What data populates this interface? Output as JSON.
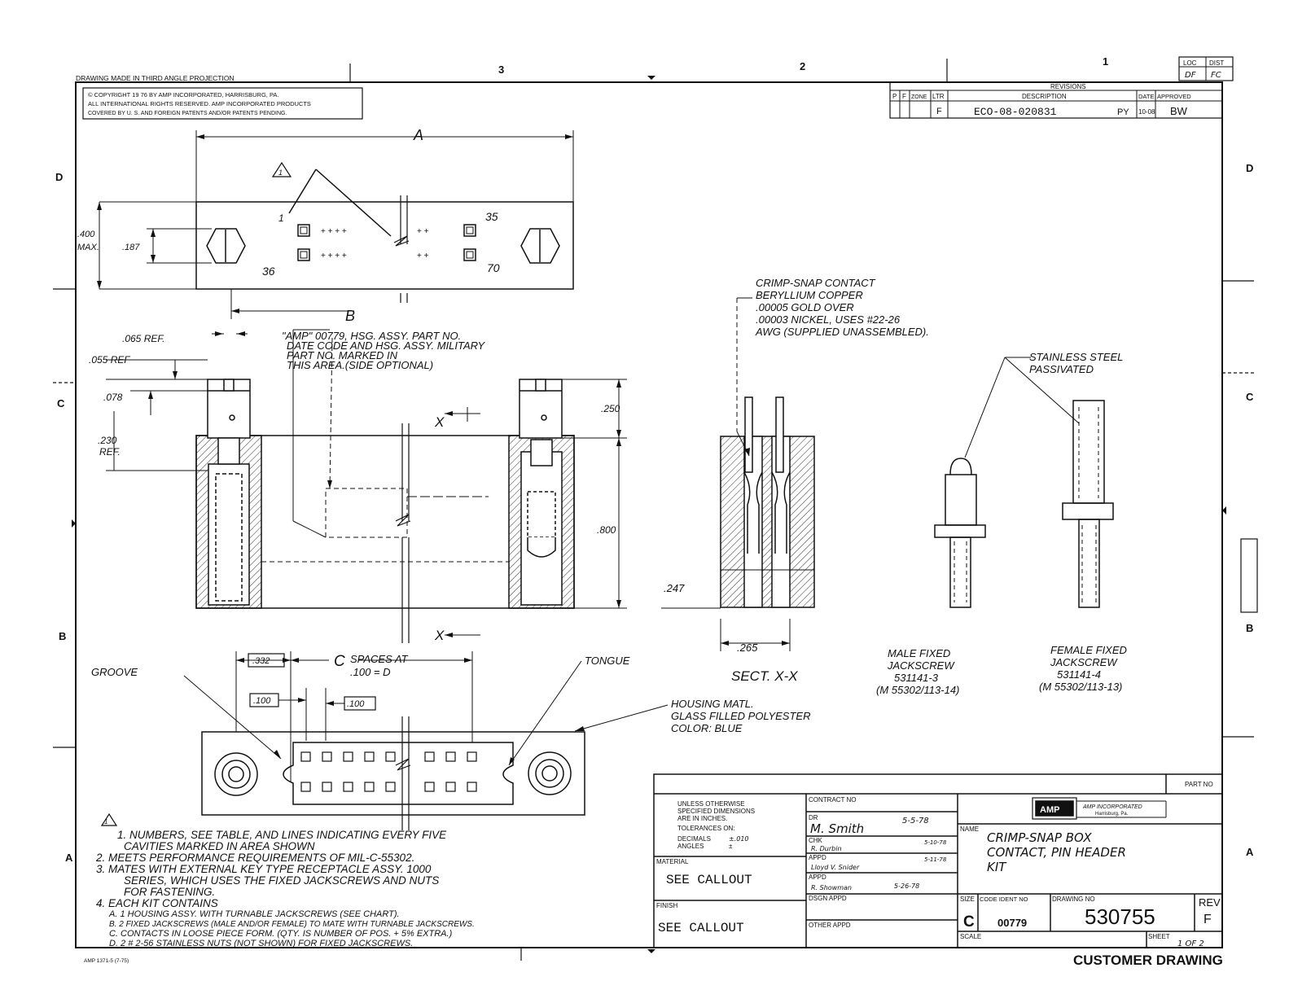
{
  "header": {
    "projection": "DRAWING MADE IN THIRD ANGLE PROJECTION",
    "copyright_1": "© COPYRIGHT 19 76 BY AMP INCORPORATED, HARRISBURG, PA.",
    "copyright_2": "ALL INTERNATIONAL RIGHTS RESERVED. AMP INCORPORATED PRODUCTS",
    "copyright_3": "COVERED BY U. S. AND FOREIGN PATENTS AND/OR PATENTS PENDING."
  },
  "zones": {
    "top": [
      "3",
      "2",
      "1"
    ],
    "side": [
      "D",
      "C",
      "B",
      "A"
    ]
  },
  "loc_dist": {
    "loc_label": "LOC",
    "dist_label": "DIST",
    "loc_value": "DF",
    "dist_value": "FC"
  },
  "revisions": {
    "title": "REVISIONS",
    "cols": [
      "P",
      "F",
      "ZONE",
      "LTR",
      "DESCRIPTION",
      "DATE",
      "APPROVED"
    ],
    "row": {
      "ltr": "F",
      "description": "ECO-08-020831",
      "by": "PY",
      "date": "10-08",
      "approved": "BW"
    }
  },
  "dims": {
    "A": "A",
    "B": "B",
    "max_400": ".400",
    "max_label": "MAX.",
    "d187": ".187",
    "n1": "1",
    "n35": "35",
    "n36": "36",
    "n70": "70",
    "tri": "1",
    "ref065": ".065 REF.",
    "ref055": ".055 REF",
    "d078": ".078",
    "d230": ".230",
    "ref": "REF.",
    "d250": ".250",
    "d800": ".800",
    "d247": ".247",
    "d265": ".265",
    "x_top": "X",
    "x_bottom": "X",
    "d332": ".332",
    "c_label": "C",
    "spaces_at": "SPACES AT",
    "eq_d": ".100 = D",
    "d100a": ".100",
    "d100b": ".100"
  },
  "notes": {
    "amp_1": "\"AMP\" 00779, HSG. ASSY. PART NO.",
    "amp_2": "DATE CODE AND HSG. ASSY. MILITARY",
    "amp_3": "PART NO. MARKED IN",
    "amp_4": "THIS AREA.(SIDE OPTIONAL)",
    "crimp_1": "CRIMP-SNAP CONTACT",
    "crimp_2": "BERYLLIUM COPPER",
    "crimp_3": ".00005 GOLD OVER",
    "crimp_4": ".00003 NICKEL, USES #22-26",
    "crimp_5": "AWG (SUPPLIED UNASSEMBLED).",
    "steel_1": "STAINLESS STEEL",
    "steel_2": "PASSIVATED",
    "sect": "SECT. X-X",
    "male_1": "MALE FIXED",
    "male_2": "JACKSCREW",
    "male_3": "531141-3",
    "male_4": "(M 55302/113-14)",
    "female_1": "FEMALE FIXED",
    "female_2": "JACKSCREW",
    "female_3": "531141-4",
    "female_4": "(M 55302/113-13)",
    "groove": "GROOVE",
    "tongue": "TONGUE",
    "housing_1": "HOUSING MATL.",
    "housing_2": "GLASS FILLED POLYESTER",
    "housing_3": "COLOR: BLUE"
  },
  "general_notes": [
    "1. NUMBERS, SEE TABLE, AND LINES INDICATING EVERY FIVE",
    "CAVITIES MARKED IN AREA SHOWN",
    "2. MEETS PERFORMANCE REQUIREMENTS OF MIL-C-55302.",
    "3. MATES WITH EXTERNAL KEY TYPE RECEPTACLE ASSY. 1000",
    "SERIES, WHICH USES THE FIXED JACKSCREWS AND NUTS",
    "FOR FASTENING.",
    "4. EACH KIT CONTAINS",
    "A. 1 HOUSING ASSY. WITH TURNABLE JACKSCREWS (SEE CHART).",
    "B. 2 FIXED JACKSCREWS (MALE AND/OR FEMALE) TO MATE WITH TURNABLE JACKSCREWS.",
    "C. CONTACTS IN LOOSE PIECE FORM. (QTY. IS NUMBER OF POS. + 5% EXTRA.)",
    "D. 2 # 2-56 STAINLESS NUTS (NOT SHOWN) FOR FIXED JACKSCREWS."
  ],
  "title_block": {
    "part_no": "PART NO",
    "tol_1": "UNLESS OTHERWISE",
    "tol_2": "SPECIFIED DIMENSIONS",
    "tol_3": "ARE IN INCHES.",
    "tol_4": "TOLERANCES ON:",
    "decimals": "DECIMALS",
    "decimals_val": "±.010",
    "angles": "ANGLES",
    "angles_val": "±",
    "material_label": "MATERIAL",
    "material": "SEE CALLOUT",
    "finish_label": "FINISH",
    "finish": "SEE CALLOUT",
    "contract": "CONTRACT NO",
    "dr": "DR",
    "dr_name": "M. Smith",
    "dr_date": "5-5-78",
    "chk": "CHK",
    "chk_name": "R. Durbin",
    "chk_date": "5-10-78",
    "appd1": "APPD",
    "appd1_name": "Lloyd V. Snider",
    "appd1_date": "5-11-78",
    "appd2": "APPD",
    "appd2_name": "R. Showman",
    "appd2_date": "5-26-78",
    "dsgn": "DSGN APPD",
    "other": "OTHER APPD",
    "company_logo": "AMP",
    "company_1": "AMP INCORPORATED",
    "company_2": "Harrisburg, Pa.",
    "name_label": "NAME",
    "name_1": "CRIMP-SNAP BOX",
    "name_2": "CONTACT, PIN HEADER",
    "name_3": "KIT",
    "size_label": "SIZE",
    "size": "C",
    "code_label": "CODE IDENT NO",
    "code": "00779",
    "dwg_label": "DRAWING NO",
    "dwg": "530755",
    "rev_label": "REV",
    "rev": "F",
    "scale_label": "SCALE",
    "sheet_label": "SHEET",
    "sheet": "1 OF 2"
  },
  "footer": {
    "customer": "CUSTOMER DRAWING",
    "form": "AMP 1371-5 (7-75)"
  }
}
